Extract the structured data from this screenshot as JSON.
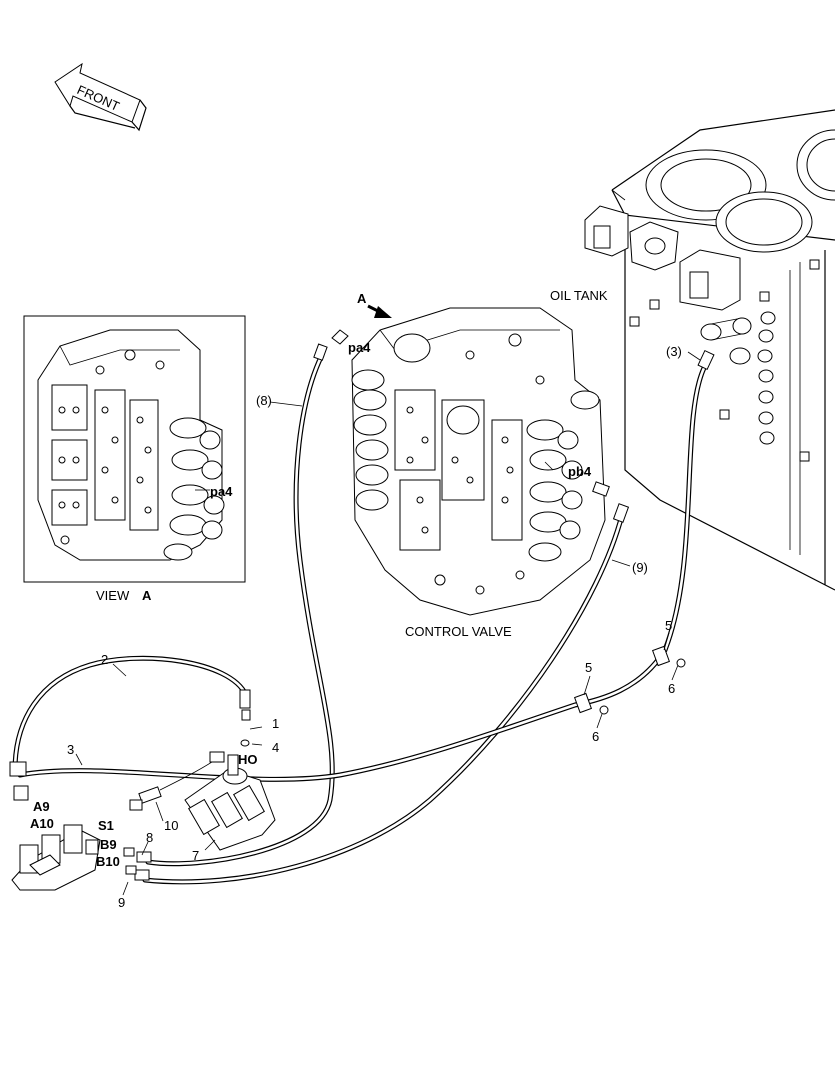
{
  "labels": {
    "front": "FRONT",
    "oil_tank": "OIL TANK",
    "control_valve": "CONTROL VALVE",
    "view_a_word": "VIEW",
    "view_a_letter": "A",
    "arrow_a": "A",
    "pa4_main": "pa4",
    "pa4_view": "pa4",
    "pb4": "pb4",
    "hose8": "(8)",
    "hose9": "(9)",
    "hose3_paren": "(3)",
    "p1": "1",
    "p2": "2",
    "p3": "3",
    "p4": "4",
    "p5a": "5",
    "p5b": "5",
    "p6a": "6",
    "p6b": "6",
    "p7": "7",
    "p8": "8",
    "p9": "9",
    "p10": "10",
    "ho": "HO",
    "a9": "A9",
    "a10": "A10",
    "s1": "S1",
    "b9": "B9",
    "b10": "B10"
  }
}
